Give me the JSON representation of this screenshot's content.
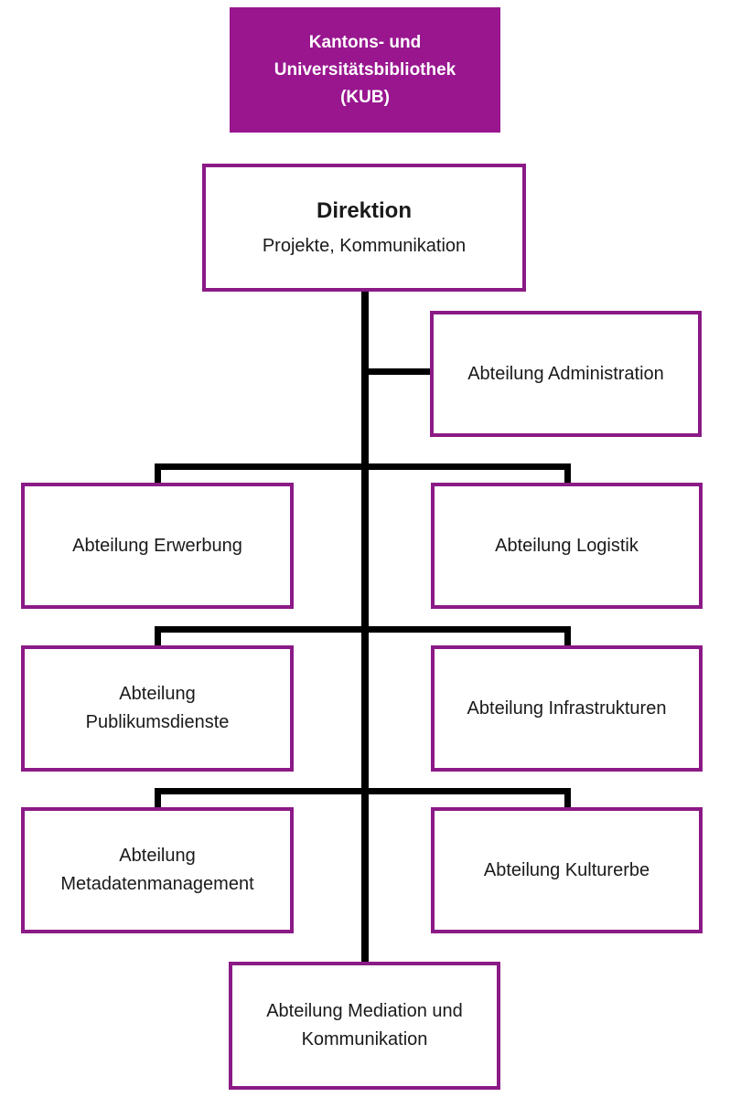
{
  "colors": {
    "accent": "#99168f",
    "border": "#8b1a86",
    "connector": "#000000"
  },
  "organization": {
    "name": "Kantons- und\nUniversitätsbibliothek\n(KUB)"
  },
  "direktion": {
    "title": "Direktion",
    "subtitle": "Projekte, Kommunikation"
  },
  "departments": {
    "administration": "Abteilung Administration",
    "erwerbung": "Abteilung Erwerbung",
    "logistik": "Abteilung Logistik",
    "publikumsdienste": "Abteilung\nPublikumsdienste",
    "infrastrukturen": "Abteilung Infrastrukturen",
    "metadatenmanagement": "Abteilung\nMetadatenmanagement",
    "kulturerbe": "Abteilung Kulturerbe",
    "mediation": "Abteilung Mediation und\nKommunikation"
  }
}
